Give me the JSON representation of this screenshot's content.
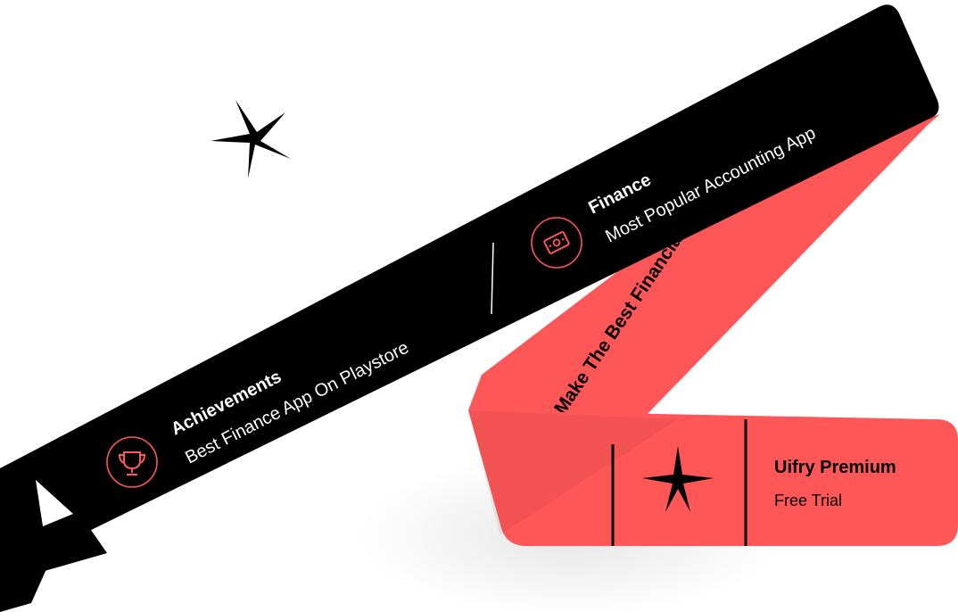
{
  "colors": {
    "accent": "#FF5757",
    "ink": "#000000",
    "paper": "#FFFFFF"
  },
  "banner": {
    "items": [
      {
        "title": "Achievements",
        "subtitle": "Best Finance App On Playstore",
        "icon": "trophy-icon"
      },
      {
        "title": "Finance",
        "subtitle": "Most Popular Accounting App",
        "icon": "money-icon"
      }
    ]
  },
  "ribbon": {
    "tagline": "Make The Best Financial Decisions"
  },
  "ticket": {
    "title": "Uifry Premium",
    "subtitle": "Free Trial",
    "icon": "sparkle-icon"
  },
  "decor": {
    "sparkle": "sparkle-icon",
    "corner_glyph": "letter-a-icon"
  }
}
